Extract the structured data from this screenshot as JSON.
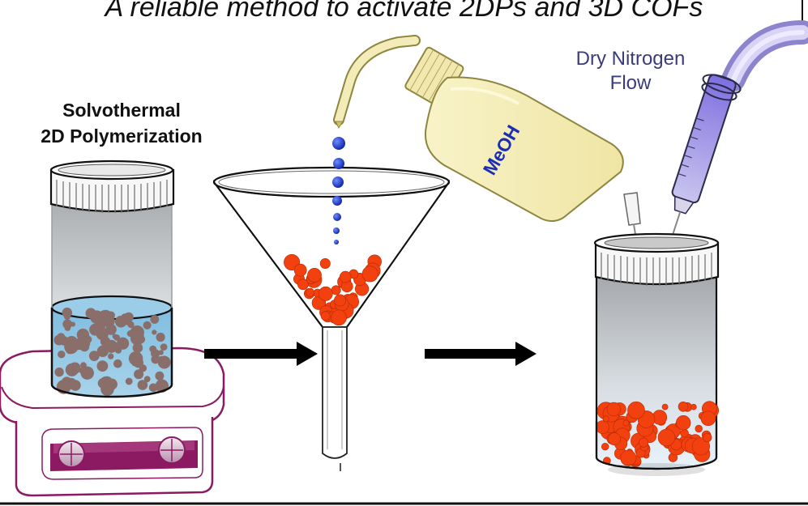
{
  "title": "A reliable method to activate 2DPs and 3D COFs",
  "labels": {
    "solvothermal_line1": "Solvothermal",
    "solvothermal_line2": "2D Polymerization",
    "bottle_text": "MeOH",
    "nitrogen_line1": "Dry Nitrogen",
    "nitrogen_line2": "Flow"
  },
  "colors": {
    "reddish_orange_particles": "#f2400f",
    "brown_particles": "#8a6e6a",
    "solution_blue": "#8bc3e1",
    "methanol_drops": "#1436c9",
    "bottle_yellow": "#f5efb7",
    "hotplate_purple": "#8b1a62",
    "needle_purple": "#8c7ae0"
  },
  "icons": [
    "vial-icon",
    "hot-plate-icon",
    "funnel-icon",
    "wash-bottle-icon",
    "syringe-needle-icon",
    "arrow-right-icon"
  ]
}
